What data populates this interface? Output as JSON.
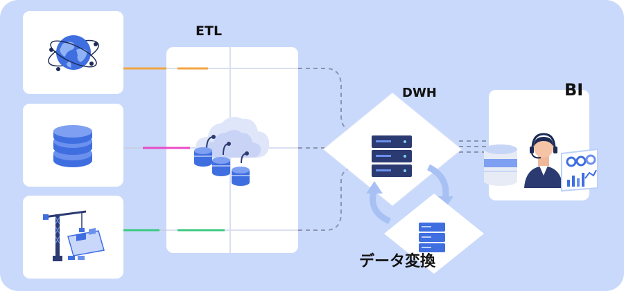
{
  "labels": {
    "etl": "ETL",
    "dwh": "DWH",
    "bi": "BI",
    "transform": "データ変換"
  },
  "sources": [
    {
      "icon": "globe-icon"
    },
    {
      "icon": "database-icon"
    },
    {
      "icon": "construction-crane-icon"
    }
  ],
  "colors": {
    "background": "#c9d9fb",
    "card": "#ffffff",
    "primary_blue": "#3f6ee0",
    "line_gray": "#8a94b0",
    "orange_line": "#f2a541",
    "pink_line": "#e84cc7",
    "green_line": "#3cc982",
    "cycle_arrow": "#a8c1f4"
  }
}
